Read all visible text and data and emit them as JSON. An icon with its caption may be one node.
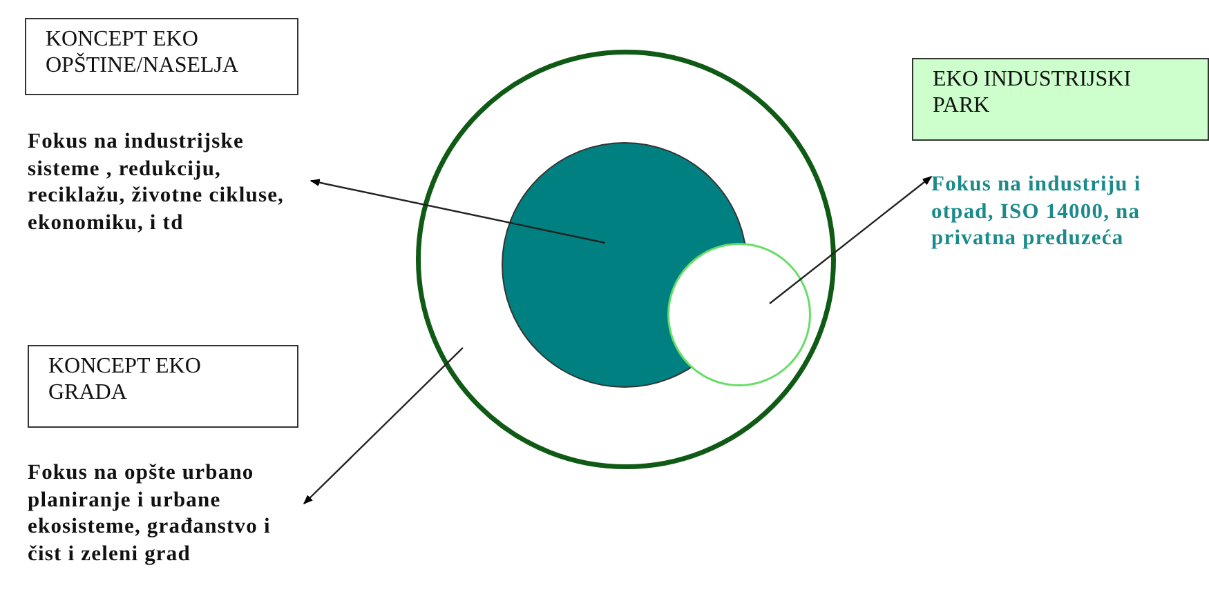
{
  "diagram": {
    "nodes": [
      {
        "text": [
          "KONCEPT EKO OPŠTINE/NASELJA"
        ]
      },
      {
        "text": [
          "Fokus na industrijske sisteme , redukciju, reciklažu, životne cikluse, ekonomiku, i td"
        ]
      },
      {
        "text": [],
        "shape": "circle"
      },
      {
        "text": [],
        "shape": "circle",
        "in": 2
      },
      {
        "text": [],
        "shape": "circle",
        "in": 2
      },
      {
        "text": [
          "EKO INDUSTRIJSKI PARK"
        ]
      },
      {
        "text": [
          "Fokus na industriju i otpad, ISO 14000, na privatna preduzeća"
        ]
      },
      {
        "text": [
          "KONCEPT EKO GRADA"
        ]
      },
      {
        "text": [
          "Fokus na opšte urbano planiranje i urbane ekosisteme, građanstvo i čist i zeleni grad"
        ]
      }
    ],
    "edges": [
      {
        "from": 3,
        "to": 1,
        "arrow": "to"
      },
      {
        "from": 2,
        "to": 8,
        "arrow": "to"
      },
      {
        "from": 4,
        "to": 6,
        "arrow": "to"
      }
    ]
  }
}
